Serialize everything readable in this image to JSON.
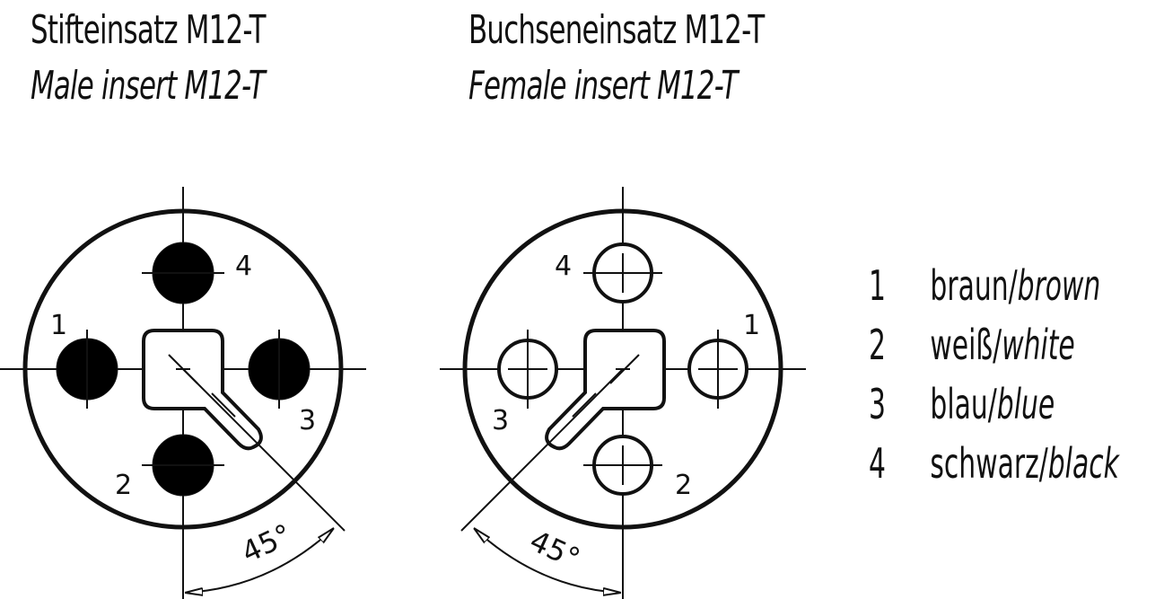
{
  "male": {
    "title_de": "Stifteinsatz M12-T",
    "title_en": "Male insert M12-T",
    "pins": [
      "1",
      "2",
      "3",
      "4"
    ],
    "angle": "45°"
  },
  "female": {
    "title_de": "Buchseneinsatz M12-T",
    "title_en": "Female insert M12-T",
    "pins": [
      "1",
      "2",
      "3",
      "4"
    ],
    "angle": "45°"
  },
  "legend": [
    {
      "num": "1",
      "de": "braun/",
      "en": "brown"
    },
    {
      "num": "2",
      "de": "weiß/",
      "en": "white"
    },
    {
      "num": "3",
      "de": "blau/",
      "en": "blue"
    },
    {
      "num": "4",
      "de": "schwarz/",
      "en": "black"
    }
  ]
}
